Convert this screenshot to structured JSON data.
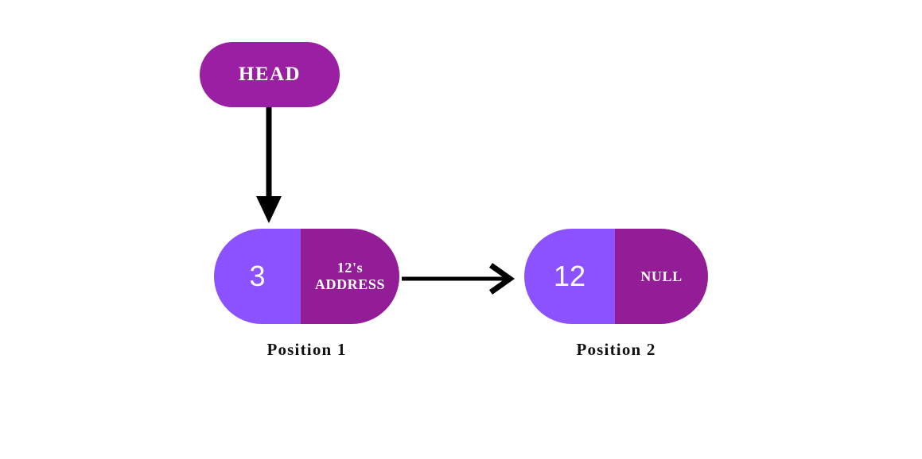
{
  "diagram": {
    "title": "singly-linked-list-two-nodes",
    "colors": {
      "dark_purple": "#9B1FA2",
      "node_dark_purple": "#931D96",
      "light_purple": "#8C52FF",
      "arrow": "#000000",
      "text_on_node": "#FFFFFF",
      "caption": "#111111",
      "background": "#FFFFFF"
    },
    "head": {
      "label": "HEAD"
    },
    "nodes": [
      {
        "data": "3",
        "next": "12's ADDRESS",
        "next_line_1": "12's",
        "next_line_2": "ADDRESS",
        "caption": "Position 1"
      },
      {
        "data": "12",
        "next": "NULL",
        "next_line_1": "NULL",
        "next_line_2": "",
        "caption": "Position 2"
      }
    ],
    "arrows": [
      {
        "name": "head-to-node-1",
        "direction": "down"
      },
      {
        "name": "node-1-to-node-2",
        "direction": "right"
      }
    ]
  }
}
